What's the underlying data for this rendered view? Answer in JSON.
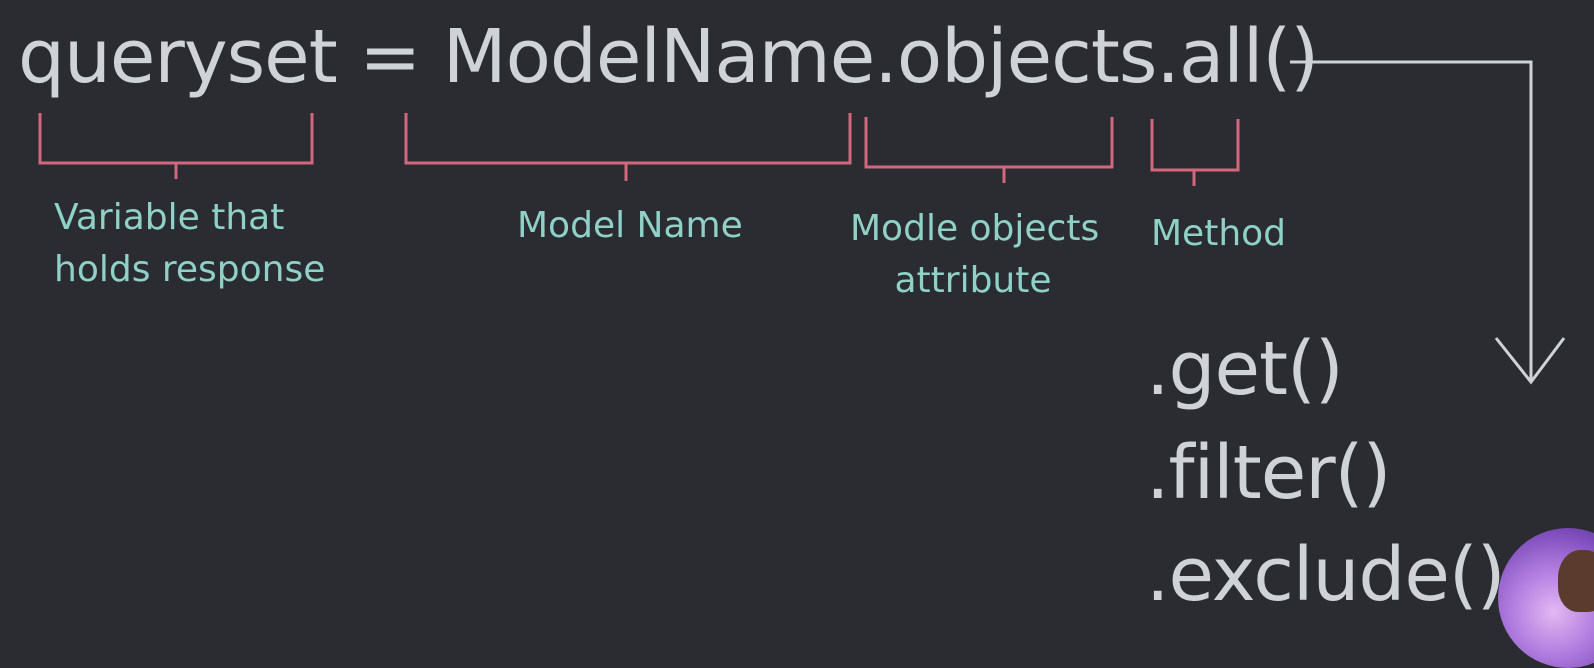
{
  "code": {
    "variable": "queryset",
    "equals": " = ",
    "model": "ModelName",
    "dot1": ".",
    "objects": "objects",
    "dot2": ".",
    "method": "all()"
  },
  "labels": {
    "variable_line1": "Variable that",
    "variable_line2": "holds response",
    "model": "Model Name",
    "objects_line1": "Modle objects",
    "objects_line2": "attribute",
    "method": "Method"
  },
  "other_methods": [
    ".get()",
    ".filter()",
    ".exclude()"
  ],
  "colors": {
    "background": "#2a2c31",
    "code_text": "#cfd2d6",
    "label_text": "#8fd0c7",
    "bracket": "#d2677d",
    "arrow": "#cfd2d6"
  }
}
